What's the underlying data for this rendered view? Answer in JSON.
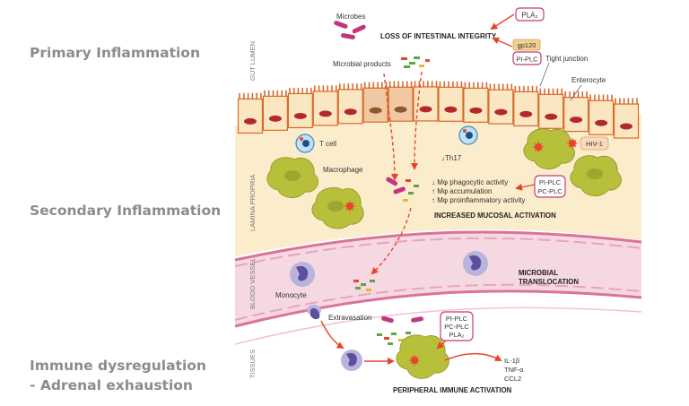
{
  "stages": {
    "primary": "Primary Inflammation",
    "secondary": "Secondary Inflammation",
    "immune_line1": "Immune dysregulation",
    "immune_line2": "- Adrenal exhaustion"
  },
  "layers": {
    "gut_lumen": "GUT LUMEN",
    "lamina_propria": "LAMINA PROPRIA",
    "blood_vessel": "BLOOD VESSEL",
    "tissues": "TISSUES"
  },
  "labels": {
    "microbes": "Microbes",
    "loss_integrity": "LOSS OF INTESTINAL INTEGRITY",
    "microbial_products": "Microbial products",
    "tight_junction": "Tight junction",
    "enterocyte": "Enterocyte",
    "t_cell": "T cell",
    "th17": "↓Th17",
    "macrophage": "Macrophage",
    "hiv": "HIV-1",
    "mphi_phagocytic": "↓ Mφ phagocytic activity",
    "mphi_accumulation": "↑ Mφ accumulation",
    "mphi_proinflammatory": "↑ Mφ proinflammatory activity",
    "increased_activation": "INCREASED MUCOSAL ACTIVATION",
    "microbial": "MICROBIAL",
    "translocation": "TRANSLOCATION",
    "monocyte": "Monocyte",
    "extravasation": "Extravasation",
    "il1b": "IL-1β",
    "tnfa": "TNF-α",
    "ccl2": "CCL2",
    "peripheral_activation": "PERIPHERAL IMMUNE ACTIVATION"
  },
  "enzymes": {
    "pla2_top": "PLA₂",
    "gp120": "gp120",
    "pi_plc_top": "PI-PLC",
    "mid_1": "PI-PLC",
    "mid_2": "PC-PLC",
    "bottom_1": "PI-PLC",
    "bottom_2": "PC-PLC",
    "bottom_3": "PLA₂"
  },
  "colors": {
    "enzyme_box_border": "#c7387a",
    "gp120_fill": "#f2d08f",
    "lamina_fill": "#fbeccb",
    "vessel_fill": "#f6d8e2",
    "cell_border": "#d96a2a",
    "arrow_red": "#e8442a",
    "macrophage": "#b8bf3a",
    "monocyte": "#5a4fa0",
    "microbe_pink": "#c4347e"
  }
}
